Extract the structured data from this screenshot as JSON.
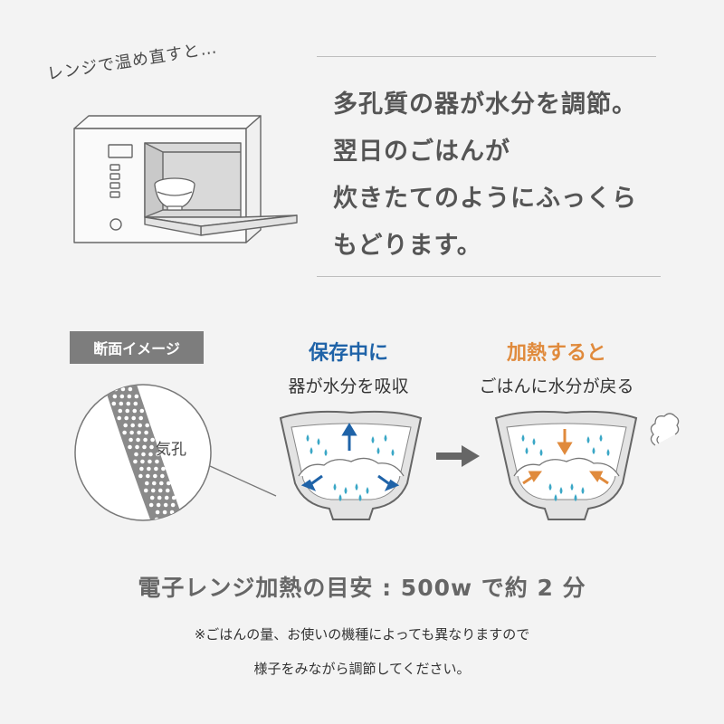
{
  "header": {
    "handwritten_caption": "レンジで温め直すと…",
    "headline_lines": [
      "多孔質の器が水分を調節。",
      "翌日のごはんが",
      "炊きたてのようにふっくら",
      "もどります。"
    ]
  },
  "diagram": {
    "section_tag": "断面イメージ",
    "pore_label": "気孔",
    "storage": {
      "title": "保存中に",
      "subtitle": "器が水分を吸収"
    },
    "heating": {
      "title": "加熱すると",
      "subtitle": "ごはんに水分が戻る"
    }
  },
  "footer": {
    "guideline": "電子レンジ加熱の目安 : 500w で約 2 分",
    "note_lines": [
      "※ごはんの量、お使いの機種によっても異なりますので",
      "様子をみながら調節してください。"
    ]
  },
  "colors": {
    "background": "#f3f3f3",
    "text_gray": "#555555",
    "blue_accent": "#1f63a8",
    "orange_accent": "#e08a3c",
    "water_drop": "#3aa7c6",
    "bowl_gray": "#9a9a9a"
  },
  "icons": [
    "microwave-icon",
    "rice-bowl-icon",
    "steam-icon",
    "arrow-right-icon"
  ]
}
